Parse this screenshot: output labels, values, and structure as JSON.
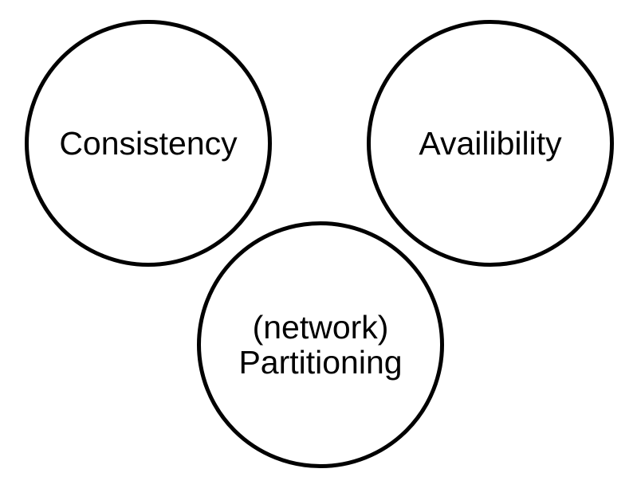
{
  "diagram": {
    "nodes": [
      {
        "id": "consistency",
        "lines": [
          "Consistency"
        ]
      },
      {
        "id": "availability",
        "lines": [
          "Availibility"
        ]
      },
      {
        "id": "partitioning",
        "lines": [
          "(network)",
          "Partitioning"
        ]
      }
    ]
  },
  "colors": {
    "stroke": "#000000",
    "background": "#ffffff",
    "text": "#000000"
  }
}
